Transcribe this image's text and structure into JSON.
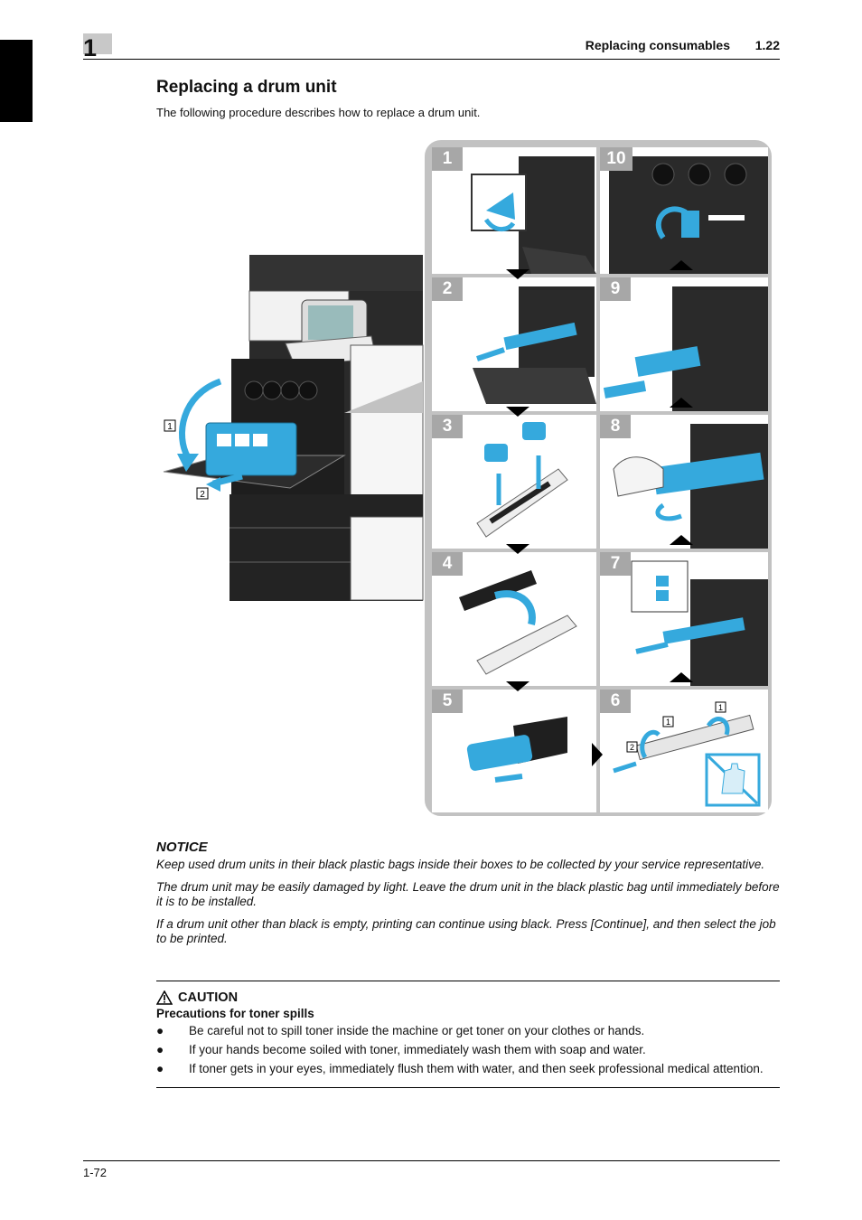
{
  "header": {
    "chapter": "1",
    "title": "Replacing consumables",
    "section": "1.22"
  },
  "heading": "Replacing a drum unit",
  "intro": "The following procedure describes how to replace a drum unit.",
  "figure": {
    "steps": [
      "1",
      "2",
      "3",
      "4",
      "5",
      "6",
      "7",
      "8",
      "9",
      "10"
    ],
    "callouts": [
      "1",
      "2"
    ],
    "colors": {
      "accent": "#35a9dd",
      "frame": "#c2c2c2",
      "label": "#a7a7a7",
      "machine": "#2a2a2a"
    }
  },
  "notice": {
    "title": "NOTICE",
    "paragraphs": [
      "Keep used drum units in their black plastic bags inside their boxes to be collected by your service representative.",
      "The drum unit may be easily damaged by light. Leave the drum unit in the black plastic bag until immediately before it is to be installed.",
      "If a drum unit other than black is empty, printing can continue using black. Press [Continue], and then select the job to be printed."
    ]
  },
  "caution": {
    "title": "CAUTION",
    "subtitle": "Precautions for toner spills",
    "bullets": [
      "Be careful not to spill toner inside the machine or get toner on your clothes or hands.",
      "If your hands become soiled with toner, immediately wash them with soap and water.",
      "If toner gets in your eyes, immediately flush them with water, and then seek professional medical attention."
    ]
  },
  "footer": {
    "page": "1-72"
  }
}
